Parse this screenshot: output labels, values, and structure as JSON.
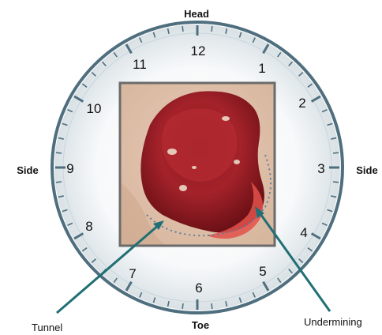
{
  "orientation_labels": {
    "head": "Head",
    "toe": "Toe",
    "side_left": "Side",
    "side_right": "Side"
  },
  "clock_numbers": [
    "12",
    "1",
    "2",
    "3",
    "4",
    "5",
    "6",
    "7",
    "8",
    "9",
    "10",
    "11"
  ],
  "callouts": {
    "tunnel": "Tunnel",
    "undermining": "Undermining"
  },
  "colors": {
    "clock_ring": "#4f6f7e",
    "arrow": "#1f6f74",
    "dotted_outline": "#5a7fa0"
  },
  "image": {
    "subject": "wound-photograph"
  }
}
